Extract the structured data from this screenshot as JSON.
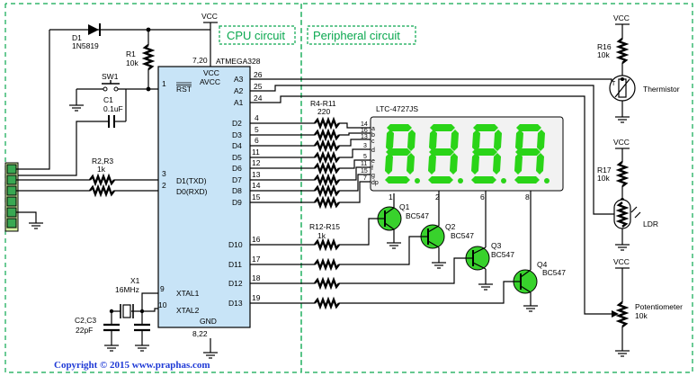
{
  "sections": {
    "cpu": "CPU circuit",
    "peripheral": "Peripheral circuit"
  },
  "copyright": "Copyright © 2015 www.praphas.com",
  "power": {
    "vcc": "VCC"
  },
  "mcu": {
    "name": "ATMEGA328",
    "vcc": "VCC",
    "avcc": "AVCC",
    "power_pins": "7,20",
    "rst": "RST",
    "gnd": "GND",
    "gnd_pins": "8,22",
    "xtal1": "XTAL1",
    "xtal2": "XTAL2",
    "txd": "D1(TXD)",
    "rxd": "D0(RXD)",
    "pins": {
      "p1": "1",
      "p3": "3",
      "p2": "2",
      "p9": "9",
      "p10": "10",
      "p26": "26",
      "p25": "25",
      "p24": "24",
      "p4": "4",
      "p5": "5",
      "p6": "6",
      "p11": "11",
      "p12": "12",
      "p13": "13",
      "p14": "14",
      "p15": "15",
      "p16": "16",
      "p17": "17",
      "p18": "18",
      "p19": "19"
    },
    "analog": [
      "A3",
      "A2",
      "A1"
    ],
    "digital": [
      "D2",
      "D3",
      "D4",
      "D5",
      "D6",
      "D7",
      "D8",
      "D9"
    ],
    "digital_low": [
      "D10",
      "D11",
      "D12",
      "D13"
    ]
  },
  "parts": {
    "d1": {
      "ref": "D1",
      "value": "1N5819"
    },
    "r1": {
      "ref": "R1",
      "value": "10k"
    },
    "sw1": {
      "ref": "SW1"
    },
    "c1": {
      "ref": "C1",
      "value": "0.1uF"
    },
    "r23": {
      "ref": "R2,R3",
      "value": "1k"
    },
    "x1": {
      "ref": "X1",
      "value": "16MHz"
    },
    "c23": {
      "ref": "C2,C3",
      "value": "22pF"
    },
    "r411": {
      "ref": "R4-R11",
      "value": "220"
    },
    "r1215": {
      "ref": "R12-R15",
      "value": "1k"
    },
    "display": {
      "ref": "LTC-4727JS",
      "digits": "8888",
      "pin_labels": [
        "1",
        "2",
        "6",
        "8"
      ]
    },
    "q1": {
      "ref": "Q1",
      "value": "BC547"
    },
    "q2": {
      "ref": "Q2",
      "value": "BC547"
    },
    "q3": {
      "ref": "Q3",
      "value": "BC547"
    },
    "q4": {
      "ref": "Q4",
      "value": "BC547"
    },
    "r16": {
      "ref": "R16",
      "value": "10k"
    },
    "thermistor": {
      "name": "Thermistor",
      "symbol": "T"
    },
    "r17": {
      "ref": "R17",
      "value": "10k"
    },
    "ldr": {
      "name": "LDR"
    },
    "pot": {
      "name": "Potentiometer",
      "value": "10k"
    }
  },
  "segments": {
    "letters": [
      "a",
      "b",
      "c",
      "d",
      "e",
      "f",
      "g",
      "dp"
    ],
    "pins": [
      "14",
      "16",
      "13",
      "3",
      "5",
      "11",
      "15",
      "7"
    ]
  },
  "colors": {
    "section": "#0aa84f",
    "mcu_fill": "#c8e4f7",
    "segment": "#2ad418",
    "transistor": "#38d22c",
    "copyright": "#1f3ad6"
  }
}
